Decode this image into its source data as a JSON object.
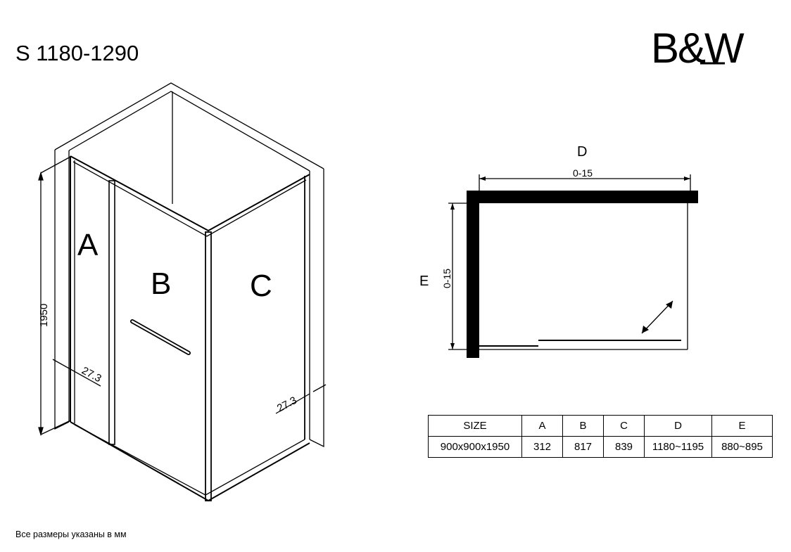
{
  "title": "S 1180-1290",
  "logo": "B&W",
  "footer_note": "Все размеры указаны в мм",
  "drawing_3d": {
    "panel_labels": [
      "A",
      "B",
      "C"
    ],
    "height_dim": "1950",
    "profile_dim_left": "27.3",
    "profile_dim_right": "27.3"
  },
  "plan_view": {
    "width_label": "D",
    "width_tolerance": "0-15",
    "depth_label": "E",
    "depth_tolerance": "0-15"
  },
  "table": {
    "headers": [
      "SIZE",
      "A",
      "B",
      "C",
      "D",
      "E"
    ],
    "rows": [
      [
        "900x900x1950",
        "312",
        "817",
        "839",
        "1180~1195",
        "880~895"
      ]
    ]
  }
}
